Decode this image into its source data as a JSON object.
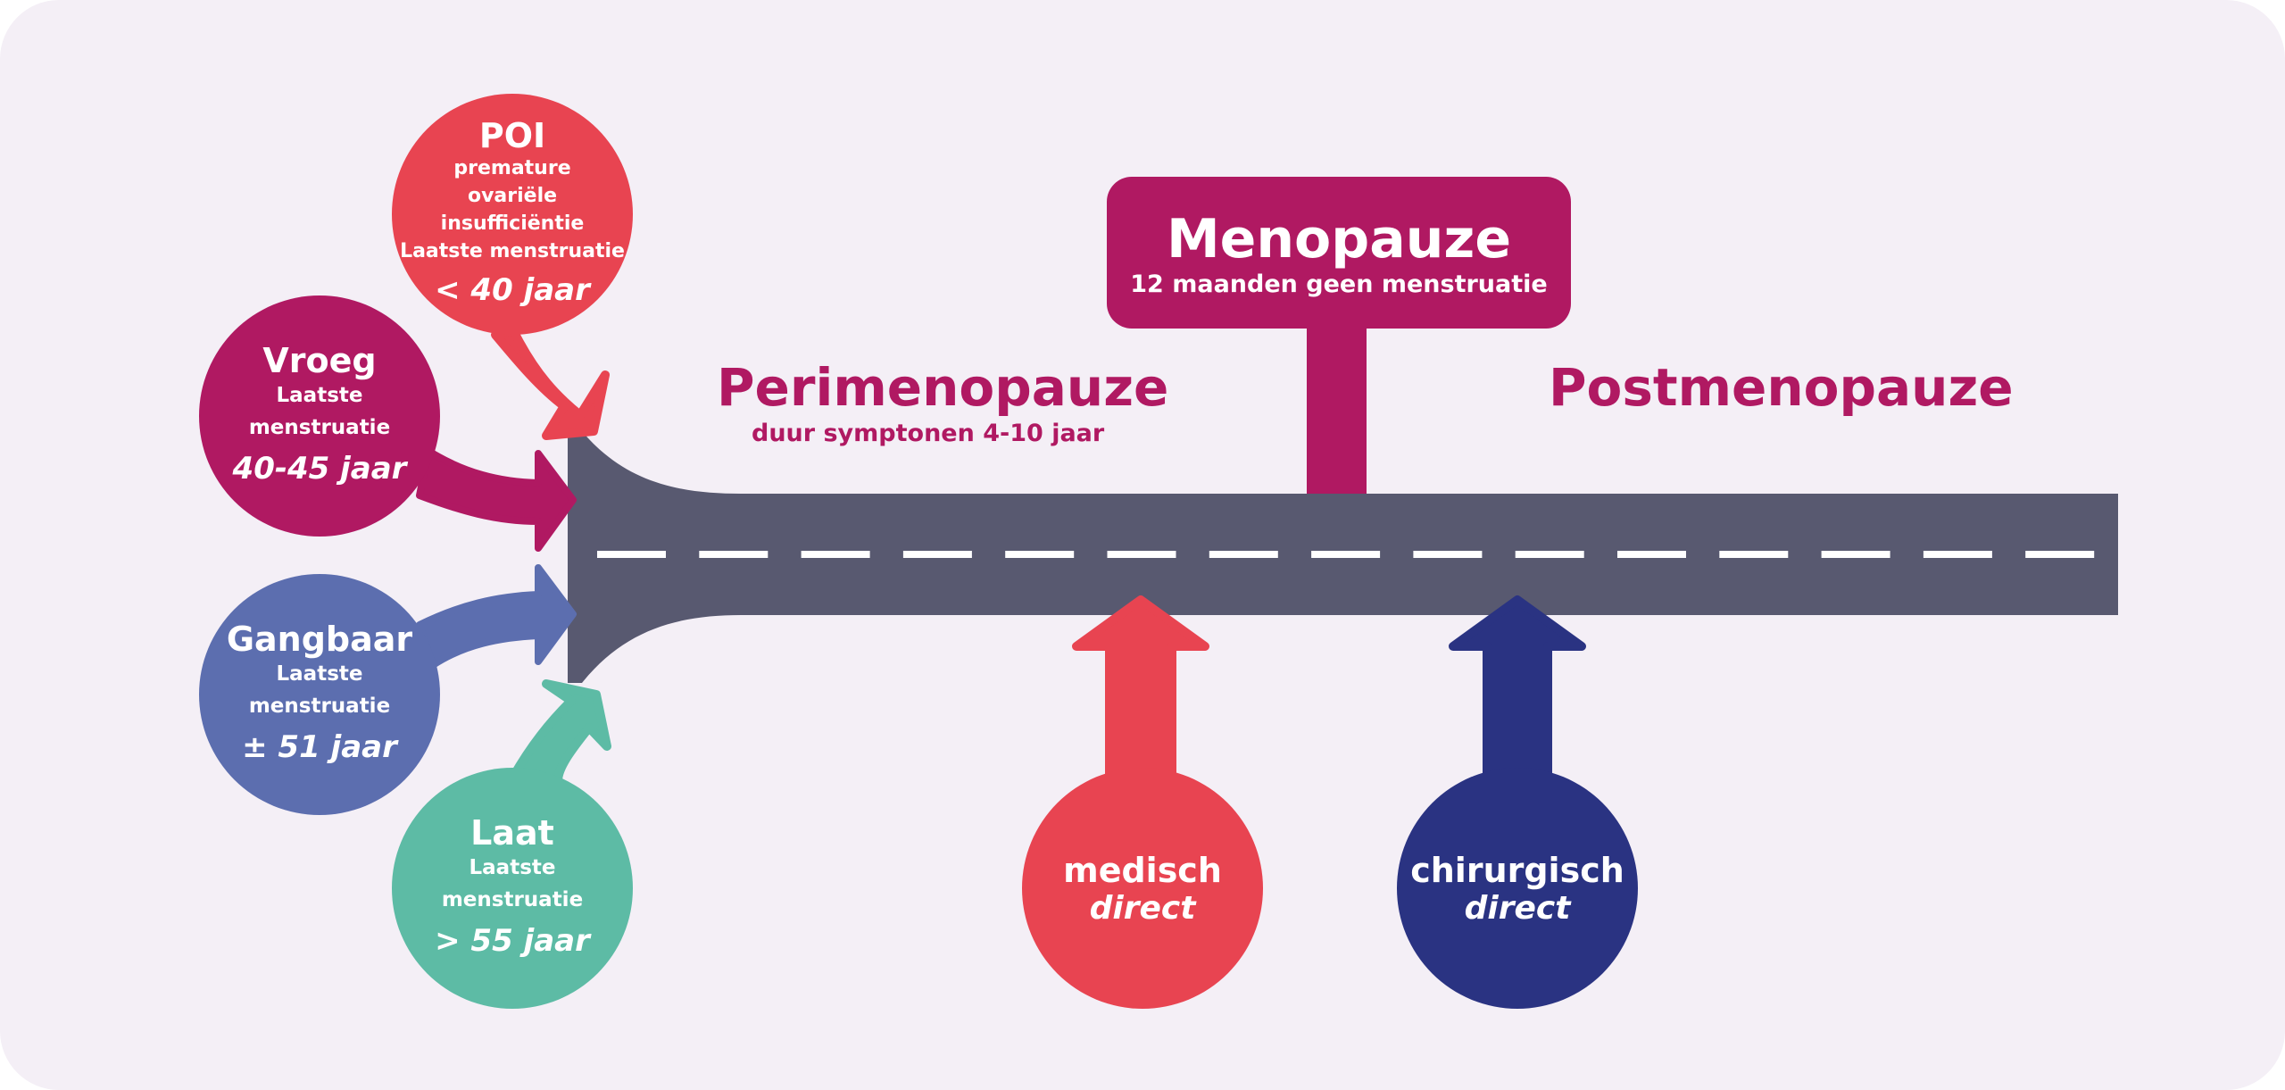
{
  "colors": {
    "background": "#f4eff6",
    "road": "#585970",
    "road_dash": "#ffffff",
    "poi": "#e84451",
    "vroeg": "#b01962",
    "gangbaar": "#5c6eaf",
    "laat": "#5dbba5",
    "menopauze": "#b01962",
    "medisch": "#e84451",
    "chirurgisch": "#2a3382",
    "phase_text": "#b01962"
  },
  "onset_circles": [
    {
      "key": "poi",
      "title": "POI",
      "lines": [
        "premature",
        "ovariële insufficiëntie",
        "Laatste menstruatie"
      ],
      "age": "< 40 jaar"
    },
    {
      "key": "vroeg",
      "title": "Vroeg",
      "lines": [
        "Laatste",
        "menstruatie"
      ],
      "age": "40-45 jaar"
    },
    {
      "key": "gangbaar",
      "title": "Gangbaar",
      "lines": [
        "Laatste",
        "menstruatie"
      ],
      "age": "± 51 jaar"
    },
    {
      "key": "laat",
      "title": "Laat",
      "lines": [
        "Laatste",
        "menstruatie"
      ],
      "age": "> 55 jaar"
    }
  ],
  "phases": {
    "perimenopauze": {
      "title": "Perimenopauze",
      "subtitle": "duur symptonen 4-10 jaar"
    },
    "postmenopauze": {
      "title": "Postmenopauze"
    }
  },
  "menopauze_sign": {
    "title": "Menopauze",
    "subtitle": "12 maanden geen menstruatie"
  },
  "induced": [
    {
      "key": "medisch",
      "title": "medisch",
      "subtitle": "direct"
    },
    {
      "key": "chirurgisch",
      "title": "chirurgisch",
      "subtitle": "direct"
    }
  ]
}
